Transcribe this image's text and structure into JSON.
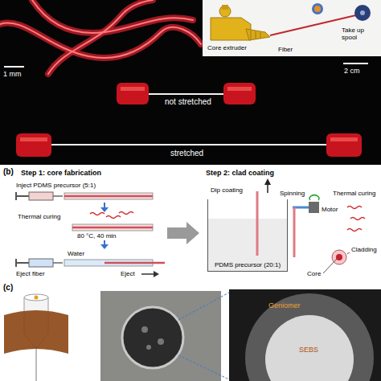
{
  "diagram": {
    "nodes": [
      {
        "text": [
          "PDMS precursor (20:1)"
        ]
      }
    ],
    "labels": [
      "1 mm",
      "Core extruder",
      "Fiber",
      "Take up spool",
      "2 cm",
      "not stretched",
      "stretched",
      "(b)",
      "Step 1: core fabrication",
      "Step 2: clad coating",
      "Inject PDMS precursor (5:1)",
      "Dip coating",
      "Spinning",
      "Motor",
      "Thermal curing",
      "Thermal curing",
      "80 °C, 40 min",
      "Water",
      "Eject",
      "Eject fiber",
      "Cladding",
      "Core",
      "(c)",
      "Geniomer",
      "SEBS"
    ]
  }
}
